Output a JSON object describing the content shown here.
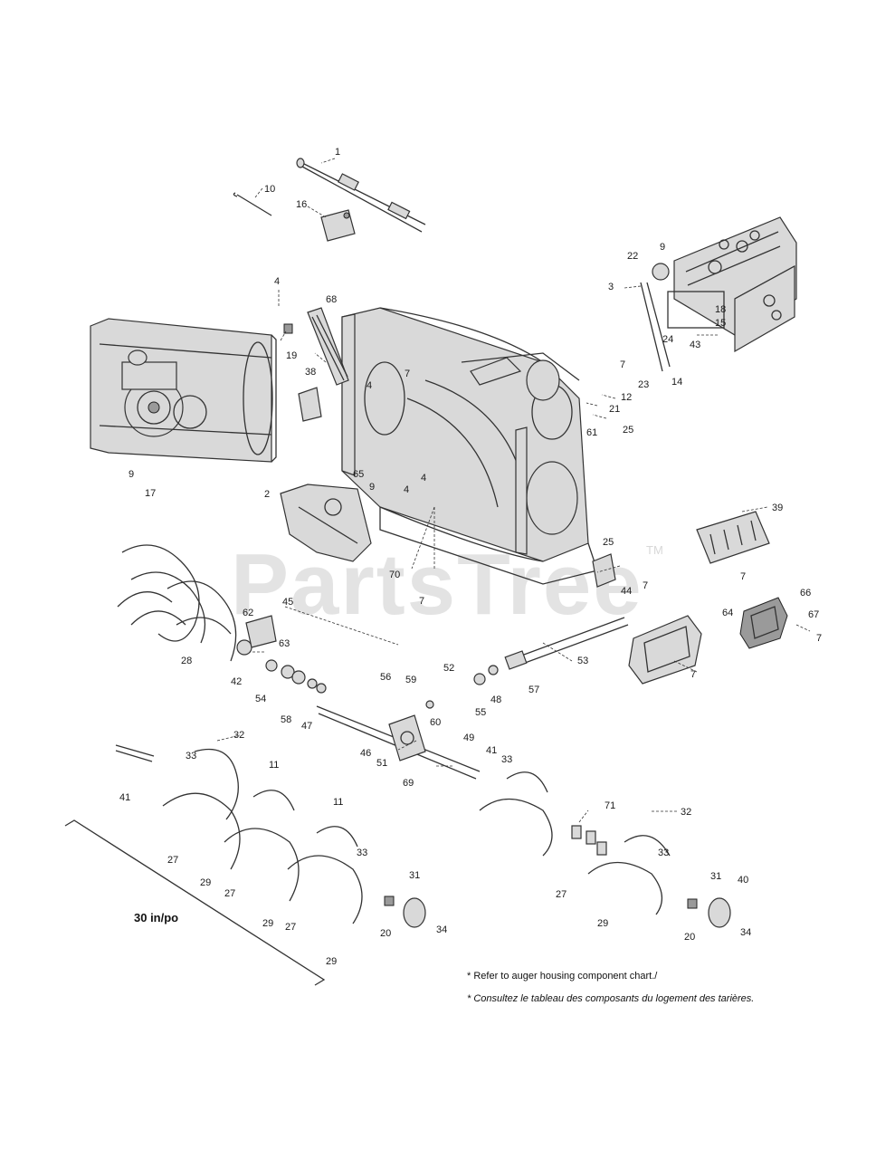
{
  "watermark": {
    "text": "PartsTree",
    "tm": "TM"
  },
  "size_label": "30 in/po",
  "notes": {
    "english": "* Refer to auger housing component chart./",
    "french": "* Consultez le tableau des composants du logement des tarières."
  },
  "part_callouts": [
    {
      "id": "c1",
      "label": "1"
    },
    {
      "id": "c10",
      "label": "10"
    },
    {
      "id": "c16",
      "label": "16"
    },
    {
      "id": "c9a",
      "label": "9"
    },
    {
      "id": "c22",
      "label": "22"
    },
    {
      "id": "c3",
      "label": "3"
    },
    {
      "id": "c18",
      "label": "18"
    },
    {
      "id": "c15",
      "label": "15"
    },
    {
      "id": "c43",
      "label": "43"
    },
    {
      "id": "c24",
      "label": "24"
    },
    {
      "id": "c14",
      "label": "14"
    },
    {
      "id": "c4a",
      "label": "4"
    },
    {
      "id": "c68",
      "label": "68"
    },
    {
      "id": "c19",
      "label": "19"
    },
    {
      "id": "c38",
      "label": "38"
    },
    {
      "id": "c7a",
      "label": "7"
    },
    {
      "id": "c4b",
      "label": "4"
    },
    {
      "id": "c7b",
      "label": "7"
    },
    {
      "id": "c23",
      "label": "23"
    },
    {
      "id": "c12",
      "label": "12"
    },
    {
      "id": "c21",
      "label": "21"
    },
    {
      "id": "c25a",
      "label": "25"
    },
    {
      "id": "c61",
      "label": "61"
    },
    {
      "id": "c9b",
      "label": "9"
    },
    {
      "id": "c17",
      "label": "17"
    },
    {
      "id": "c65",
      "label": "65"
    },
    {
      "id": "c9c",
      "label": "9"
    },
    {
      "id": "c4c",
      "label": "4"
    },
    {
      "id": "c4d",
      "label": "4"
    },
    {
      "id": "c2",
      "label": "2"
    },
    {
      "id": "c39",
      "label": "39"
    },
    {
      "id": "c25b",
      "label": "25"
    },
    {
      "id": "c7c",
      "label": "7"
    },
    {
      "id": "c44",
      "label": "44"
    },
    {
      "id": "c7d",
      "label": "7"
    },
    {
      "id": "c70",
      "label": "70"
    },
    {
      "id": "c7e",
      "label": "7"
    },
    {
      "id": "c45",
      "label": "45"
    },
    {
      "id": "c66",
      "label": "66"
    },
    {
      "id": "c67",
      "label": "67"
    },
    {
      "id": "c7f",
      "label": "7"
    },
    {
      "id": "c64",
      "label": "64"
    },
    {
      "id": "c62",
      "label": "62"
    },
    {
      "id": "c63",
      "label": "63"
    },
    {
      "id": "c28",
      "label": "28"
    },
    {
      "id": "c53",
      "label": "53"
    },
    {
      "id": "c7g",
      "label": "7"
    },
    {
      "id": "c42",
      "label": "42"
    },
    {
      "id": "c52",
      "label": "52"
    },
    {
      "id": "c56",
      "label": "56"
    },
    {
      "id": "c59",
      "label": "59"
    },
    {
      "id": "c57",
      "label": "57"
    },
    {
      "id": "c54",
      "label": "54"
    },
    {
      "id": "c48",
      "label": "48"
    },
    {
      "id": "c55",
      "label": "55"
    },
    {
      "id": "c58",
      "label": "58"
    },
    {
      "id": "c47",
      "label": "47"
    },
    {
      "id": "c60",
      "label": "60"
    },
    {
      "id": "c49",
      "label": "49"
    },
    {
      "id": "c32a",
      "label": "32"
    },
    {
      "id": "c41a",
      "label": "41"
    },
    {
      "id": "c33a",
      "label": "33"
    },
    {
      "id": "c46",
      "label": "46"
    },
    {
      "id": "c51",
      "label": "51"
    },
    {
      "id": "c33b",
      "label": "33"
    },
    {
      "id": "c11a",
      "label": "11"
    },
    {
      "id": "c69",
      "label": "69"
    },
    {
      "id": "c41b",
      "label": "41"
    },
    {
      "id": "c11b",
      "label": "11"
    },
    {
      "id": "c71",
      "label": "71"
    },
    {
      "id": "c32b",
      "label": "32"
    },
    {
      "id": "c27a",
      "label": "27"
    },
    {
      "id": "c33c",
      "label": "33"
    },
    {
      "id": "c33d",
      "label": "33"
    },
    {
      "id": "c29a",
      "label": "29"
    },
    {
      "id": "c27b",
      "label": "27"
    },
    {
      "id": "c31a",
      "label": "31"
    },
    {
      "id": "c40",
      "label": "40"
    },
    {
      "id": "c31b",
      "label": "31"
    },
    {
      "id": "c27c",
      "label": "27"
    },
    {
      "id": "c29b",
      "label": "29"
    },
    {
      "id": "c27d",
      "label": "27"
    },
    {
      "id": "c20a",
      "label": "20"
    },
    {
      "id": "c34a",
      "label": "34"
    },
    {
      "id": "c29c",
      "label": "29"
    },
    {
      "id": "c20b",
      "label": "20"
    },
    {
      "id": "c34b",
      "label": "34"
    },
    {
      "id": "c29d",
      "label": "29"
    }
  ]
}
